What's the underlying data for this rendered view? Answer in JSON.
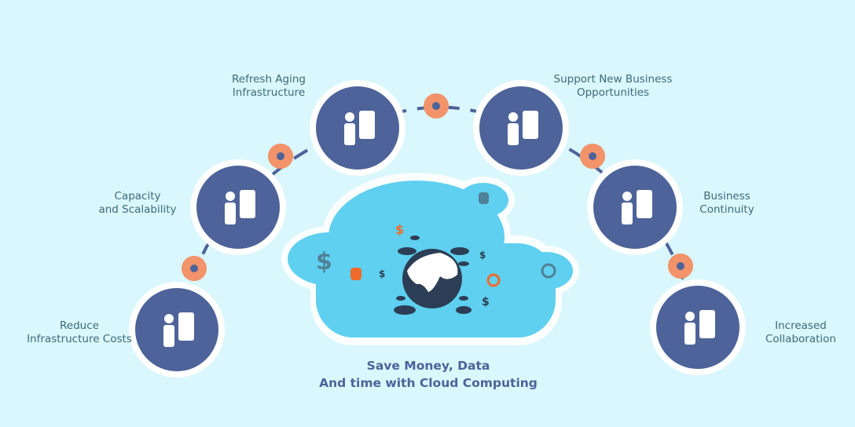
{
  "colors": {
    "background": "#d9f7fd",
    "circle": "#4d6399",
    "ring": "#ffffff",
    "gear": "#f2936a",
    "cloud": "#5fd0ef",
    "accent_orange": "#f06a2a",
    "dark": "#2c3e55",
    "label": "#3d6a7a"
  },
  "benefits": [
    {
      "label_line1": "Reduce",
      "label_line2": "Infrastructure Costs",
      "icon": "presentation-icon"
    },
    {
      "label_line1": "Capacity",
      "label_line2": "and Scalability",
      "icon": "scalability-icon"
    },
    {
      "label_line1": "Refresh Aging",
      "label_line2": "Infrastructure",
      "icon": "server-technician-icon"
    },
    {
      "label_line1": "Support New Business",
      "label_line2": "Opportunities",
      "icon": "handshake-icon"
    },
    {
      "label_line1": "Business",
      "label_line2": "Continuity",
      "icon": "workflow-icon"
    },
    {
      "label_line1": "Increased",
      "label_line2": "Collaboration",
      "icon": "growth-arrow-icon"
    }
  ],
  "caption": {
    "line1": "Save Money, Data",
    "line2": "And time with Cloud Computing"
  },
  "cloud_icons": {
    "dollar": "$",
    "globe": "globe-icon",
    "database": "database-icon",
    "stopwatch": "stopwatch-icon"
  }
}
